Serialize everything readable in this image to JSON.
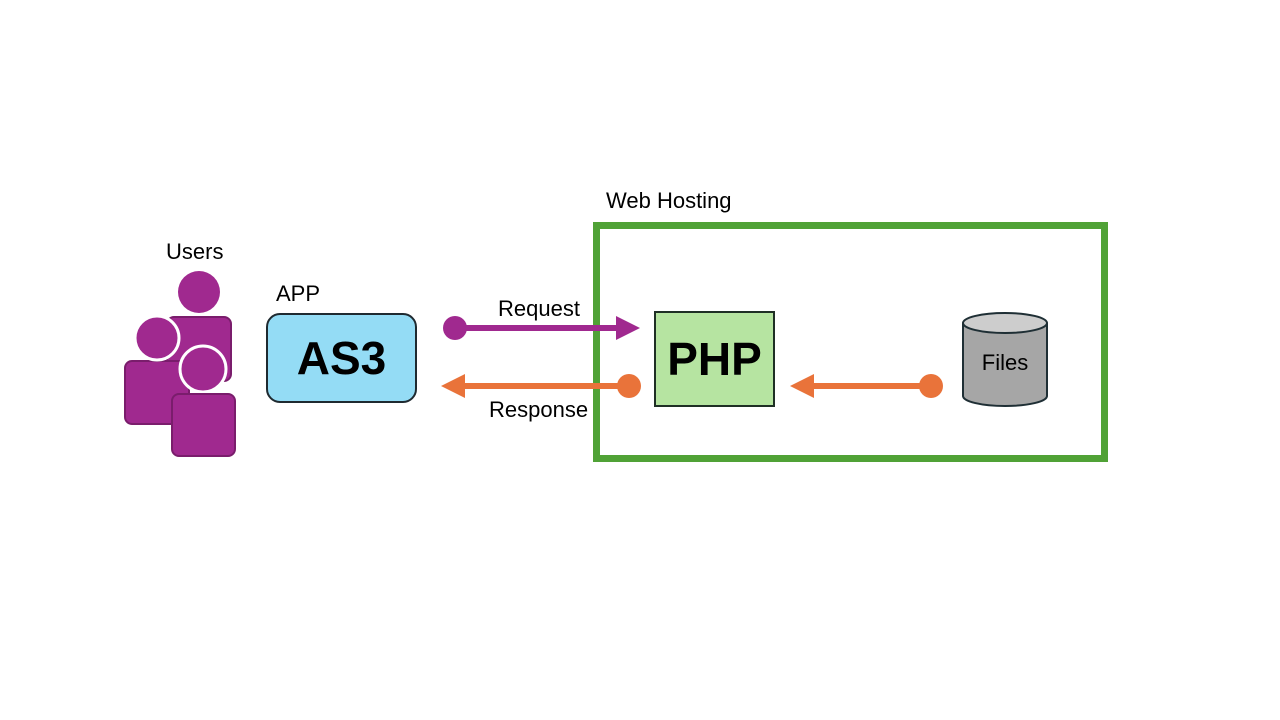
{
  "diagram": {
    "labels": {
      "web_hosting": "Web Hosting",
      "users": "Users",
      "app": "APP",
      "request": "Request",
      "response": "Response"
    },
    "nodes": {
      "as3": "AS3",
      "php": "PHP",
      "files": "Files"
    },
    "colors": {
      "user_fill": "#a0298f",
      "request_arrow": "#a0298f",
      "response_arrow": "#e9733a",
      "app_fill": "#94dcf5",
      "php_fill": "#b6e4a1",
      "hosting_border": "#50a236",
      "files_fill": "#a6a6a6"
    },
    "icons": [
      "users-group-icon",
      "database-cylinder-icon"
    ]
  }
}
